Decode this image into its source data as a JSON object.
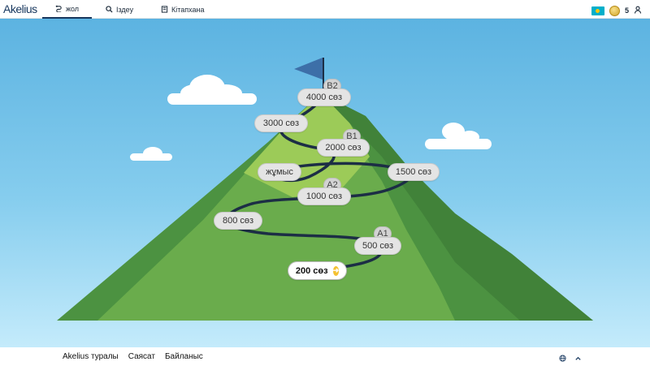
{
  "header": {
    "logo": "Akelius",
    "tabs": [
      {
        "label": "жол",
        "icon": "route-icon",
        "active": true
      },
      {
        "label": "Іздеу",
        "icon": "search-icon",
        "active": false
      },
      {
        "label": "Кітапхана",
        "icon": "book-icon",
        "active": false
      }
    ],
    "language_flag": "kazakhstan-flag",
    "coins": "5",
    "user_icon": "user-icon"
  },
  "mountain": {
    "levels": [
      {
        "name": "level-b2",
        "badge": "B2",
        "label": "4000 сөз"
      },
      {
        "name": "level-b1",
        "badge": "B1",
        "label": "2000 сөз"
      },
      {
        "name": "level-a2",
        "badge": "A2",
        "label": "1000 сөз"
      },
      {
        "name": "level-a1",
        "badge": "A1",
        "label": "500 сөз"
      }
    ],
    "milestones": [
      {
        "name": "milestone-3000",
        "label": "3000 сөз"
      },
      {
        "name": "milestone-1500",
        "label": "1500 сөз"
      },
      {
        "name": "milestone-jumys",
        "label": "жұмыс"
      },
      {
        "name": "milestone-800",
        "label": "800 сөз"
      }
    ],
    "start": {
      "label": "200 сөз",
      "icon": "arrow-right-icon"
    }
  },
  "footer": {
    "links": [
      "Akelius туралы",
      "Саясат",
      "Байланыс"
    ],
    "globe_icon": "globe-icon",
    "chevron_icon": "chevron-up-icon"
  },
  "colors": {
    "sky_top": "#5cb3e1",
    "sky_bottom": "#c4ebfb",
    "mountain_dark": "#4a8f3e",
    "mountain_light": "#7fba4f",
    "path": "#1c2e45",
    "flag": "#3d6fa8",
    "coin": "#d2a52a"
  }
}
